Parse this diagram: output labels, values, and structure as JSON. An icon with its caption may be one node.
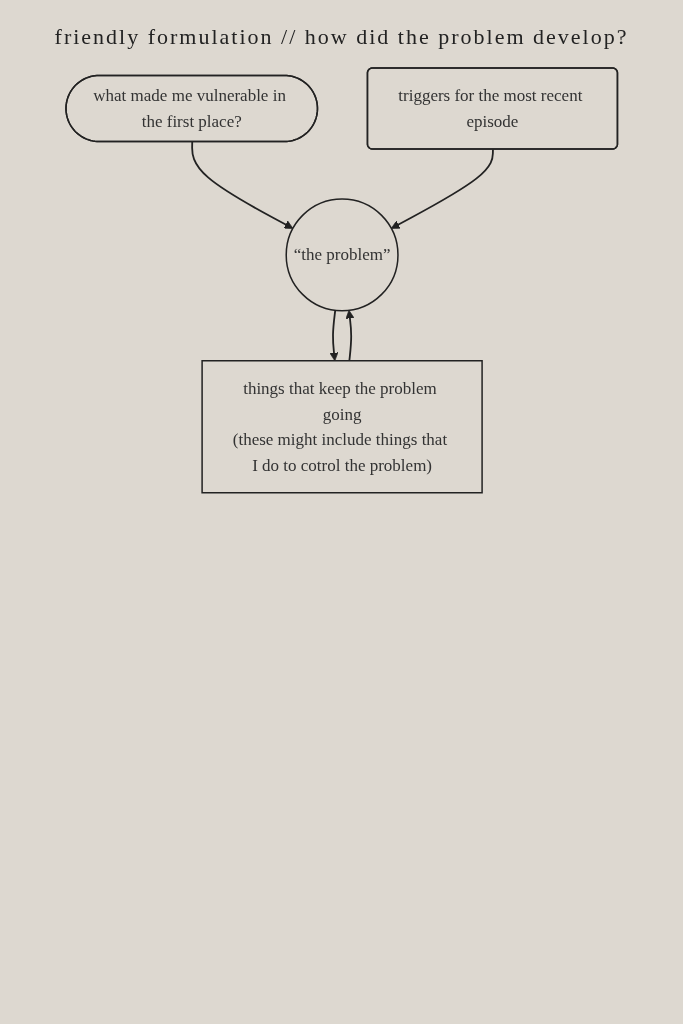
{
  "diagram": {
    "title": "friendly formulation // how did the problem develop?",
    "nodes": [
      {
        "text": [
          "what made me vulnerable in the first place?"
        ]
      },
      {
        "text": [
          "triggers for the most recent episode"
        ]
      },
      {
        "text": [
          "“the problem”"
        ]
      },
      {
        "text": [
          "things that keep the problem going",
          "(these might include things that I do to cotrol the problem)"
        ]
      }
    ],
    "edges": [
      {
        "from": 0,
        "to": 2,
        "arrow": "to"
      },
      {
        "from": 1,
        "to": 2,
        "arrow": "to"
      },
      {
        "from": 2,
        "to": 3,
        "arrow": "to"
      },
      {
        "from": 3,
        "to": 2,
        "arrow": "to"
      }
    ]
  }
}
